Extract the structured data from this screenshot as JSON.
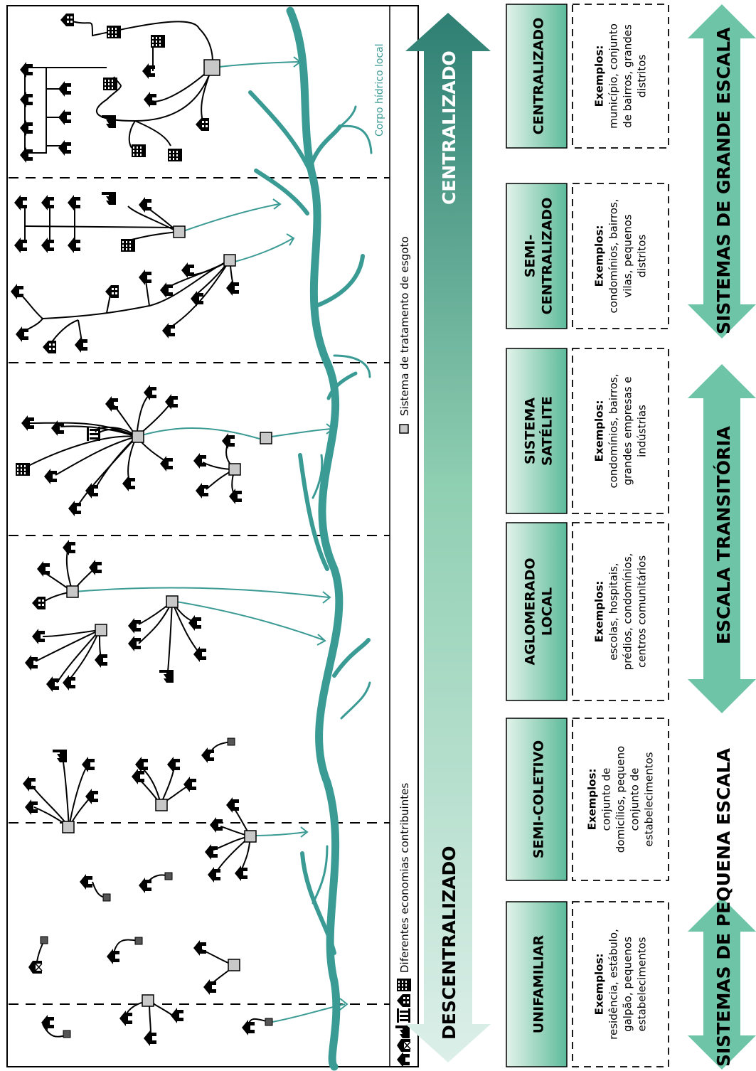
{
  "panel": {
    "legend_contributors": "Diferentes economias contribuintes",
    "legend_treatment": "Sistema de tratamento de esgoto",
    "water_body": "Corpo hídrico local"
  },
  "spectrum": {
    "left": "DESCENTRALIZADO",
    "right": "CENTRALIZADO"
  },
  "categories": [
    {
      "title_lines": [
        "UNIFAMILIAR"
      ],
      "examples_label": "Exemplos:",
      "example_lines": [
        "residência, estábulo,",
        "galpão, pequenos",
        "estabelecimentos"
      ]
    },
    {
      "title_lines": [
        "SEMI-COLETIVO"
      ],
      "examples_label": "Exemplos:",
      "example_lines": [
        "conjunto de",
        "domicílios, pequeno",
        "conjunto de",
        "estabelecimentos"
      ]
    },
    {
      "title_lines": [
        "AGLOMERADO",
        "LOCAL"
      ],
      "examples_label": "Exemplos:",
      "example_lines": [
        "escolas, hospitais,",
        "prédios, condomínios,",
        "centros comunitários"
      ]
    },
    {
      "title_lines": [
        "SISTEMA",
        "SATÉLITE"
      ],
      "examples_label": "Exemplos:",
      "example_lines": [
        "condomínios, bairros,",
        "grandes empresas e",
        "indústrias"
      ]
    },
    {
      "title_lines": [
        "SEMI-",
        "CENTRALIZADO"
      ],
      "examples_label": "Exemplos:",
      "example_lines": [
        "condomínios, bairros,",
        "vilas, pequenos",
        "distritos"
      ]
    },
    {
      "title_lines": [
        "CENTRALIZADO"
      ],
      "examples_label": "Exemplos:",
      "example_lines": [
        "município, conjunto",
        "de bairros, grandes",
        "distritos"
      ]
    }
  ],
  "scales": [
    {
      "label": "SISTEMAS DE PEQUENA ESCALA"
    },
    {
      "label": "ESCALA TRANSITÓRIA"
    },
    {
      "label": "SISTEMAS DE GRANDE ESCALA"
    }
  ],
  "colors": {
    "river": "#3a9a94",
    "arrow_light": "#d8eee6",
    "arrow_dark": "#2e7f73",
    "box_light": "#d9efe4",
    "box_dark": "#5dbb9b",
    "scale_arrow": "#6ec4a7"
  }
}
